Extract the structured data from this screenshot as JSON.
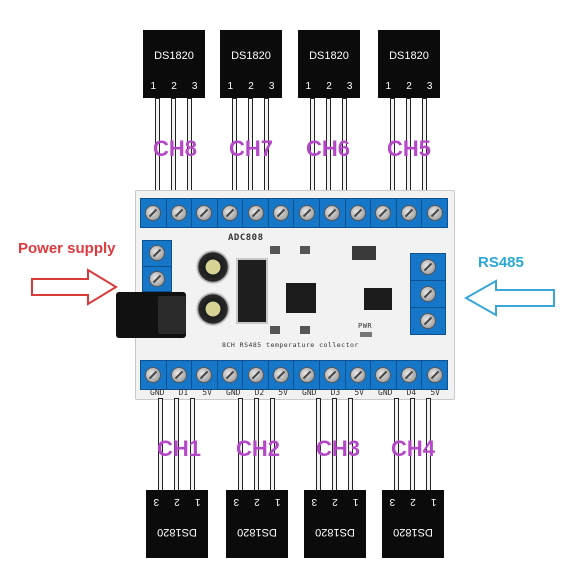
{
  "sensor_model": "DS1820",
  "pin_numbers": [
    "1",
    "2",
    "3"
  ],
  "channels_top": [
    "CH8",
    "CH7",
    "CH6",
    "CH5"
  ],
  "channels_bottom": [
    "CH1",
    "CH2",
    "CH3",
    "CH4"
  ],
  "power_label": "Power supply",
  "rs485_label": "RS485",
  "board": {
    "model": "ADC808",
    "caption": "8CH RS485 temperature collector",
    "pwr": "PWR",
    "pin_labels": [
      "GND",
      "D1",
      "5V",
      "GND",
      "D2",
      "5V",
      "GND",
      "D3",
      "5V",
      "GND",
      "D4",
      "5V"
    ]
  },
  "colors": {
    "channel": "#b548c6",
    "power_text": "#e0393e",
    "power_arrow": "#d93a3a",
    "rs485_text": "#2aa7d9",
    "rs485_arrow": "#3aa6d6",
    "terminal": "#1677c9"
  }
}
